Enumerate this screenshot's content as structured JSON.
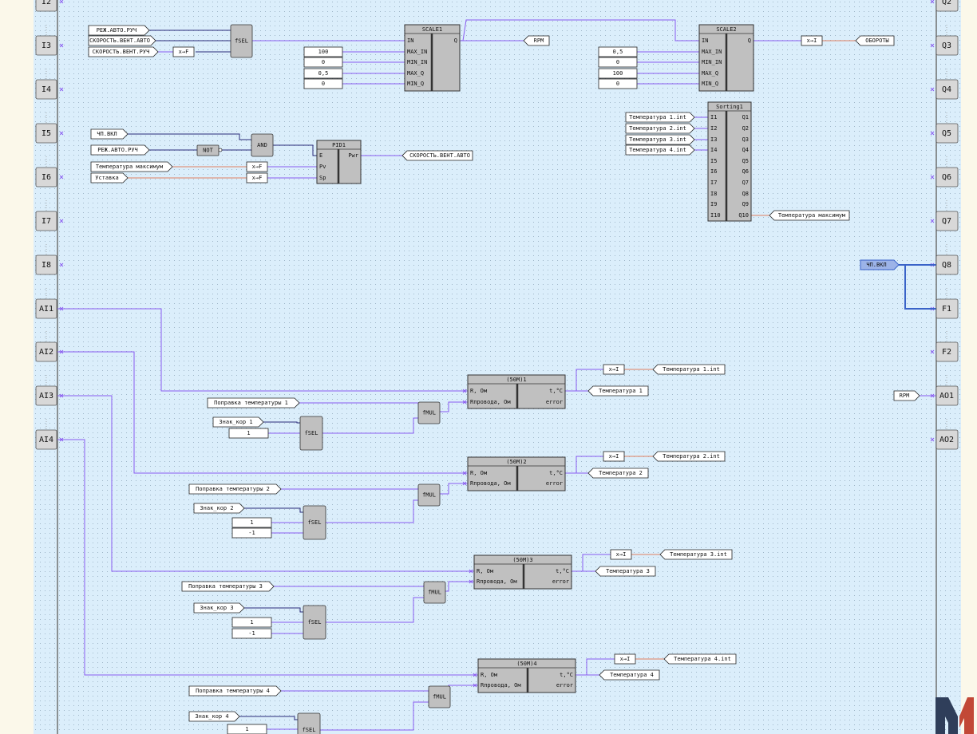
{
  "app": {
    "logo_text": "M"
  },
  "colors": {
    "background": "#dbeefb",
    "border": "#fbf8ea",
    "wire": "#8a5cf0",
    "wire_dark": "#2a2a7a",
    "wire_orange": "#e08060",
    "block_fill": "#c0c0c0",
    "pin_fill": "#d8d8d8",
    "selected_fill": "#9cb3e8",
    "selected_stroke": "#3a63c8",
    "logo_dark": "#2f3e5a",
    "logo_red": "#c24836"
  },
  "inputs": [
    "I2",
    "I3",
    "I4",
    "I5",
    "I6",
    "I7",
    "I8",
    "AI1",
    "AI2",
    "AI3",
    "AI4"
  ],
  "outputs": [
    "Q2",
    "Q3",
    "Q4",
    "Q5",
    "Q6",
    "Q7",
    "Q8",
    "F1",
    "F2",
    "AO1",
    "AO2"
  ],
  "blocks": {
    "fsel_top": {
      "title": "fSEL"
    },
    "scale1": {
      "title": "SCALE1",
      "ins": [
        "IN",
        "MAX_IN",
        "MIN_IN",
        "MAX_Q",
        "MIN_Q"
      ],
      "outs": [
        "Q"
      ]
    },
    "scale2": {
      "title": "SCALE2",
      "ins": [
        "IN",
        "MAX_IN",
        "MIN_IN",
        "MAX_Q",
        "MIN_Q"
      ],
      "outs": [
        "Q"
      ]
    },
    "sorting1": {
      "title": "Sorting1",
      "ins": [
        "I1",
        "I2",
        "I3",
        "I4",
        "I5",
        "I6",
        "I7",
        "I8",
        "I9",
        "I10"
      ],
      "outs": [
        "Q1",
        "Q2",
        "Q3",
        "Q4",
        "Q5",
        "Q6",
        "Q7",
        "Q8",
        "Q9",
        "Q10"
      ]
    },
    "and1": {
      "title": "AND"
    },
    "not1": {
      "title": "NOT"
    },
    "pid1": {
      "title": "PID1",
      "ins": [
        "E",
        "Pv",
        "Sp"
      ],
      "outs": [
        "Pwr"
      ]
    },
    "sensors": [
      {
        "title": "(50M)1",
        "ins": [
          "R, Ом",
          "Rпровода, Ом"
        ],
        "outs": [
          "t,°C",
          "error"
        ]
      },
      {
        "title": "(50M)2",
        "ins": [
          "R, Ом",
          "Rпровода, Ом"
        ],
        "outs": [
          "t,°C",
          "error"
        ]
      },
      {
        "title": "(50M)3",
        "ins": [
          "R, Ом",
          "Rпровода, Ом"
        ],
        "outs": [
          "t,°C",
          "error"
        ]
      },
      {
        "title": "(50M)4",
        "ins": [
          "R, Ом",
          "Rпровода, Ом"
        ],
        "outs": [
          "t,°C",
          "error"
        ]
      }
    ],
    "fmul": "fMUL",
    "fsel": "fSEL",
    "conv_xf": "x→F",
    "conv_xi": "x→I"
  },
  "labels": {
    "rezh_avto_ruch": "РЕЖ.АВТО.РУЧ",
    "skor_vent_avto": "СКОРОСТЬ.ВЕНТ.АВТО",
    "skor_vent_ruch": "СКОРОСТЬ.ВЕНТ.РУЧ",
    "rpm": "RPM",
    "oboroty": "ОБОРОТЫ",
    "chp_vkl": "ЧП.ВКЛ",
    "temp_max": "Температура максимум",
    "ustavka": "Уставка",
    "temp_int": [
      "Температура 1.int",
      "Температура 2.int",
      "Температура 3.int",
      "Температура 4.int"
    ],
    "temp": [
      "Температура 1",
      "Температура 2",
      "Температура 3",
      "Температура 4"
    ],
    "popravka": [
      "Поправка температуры 1",
      "Поправка температуры 2",
      "Поправка температуры 3",
      "Поправка температуры 4"
    ],
    "znak": [
      "Знак_кор 1",
      "Знак_кор 2",
      "Знак_кор 3",
      "Знак_кор 4"
    ]
  },
  "constants": {
    "scale1": [
      "100",
      "0",
      "0,5",
      "0"
    ],
    "scale2": [
      "0,5",
      "0",
      "100",
      "0"
    ],
    "one": "1",
    "minus_one": "-1"
  }
}
